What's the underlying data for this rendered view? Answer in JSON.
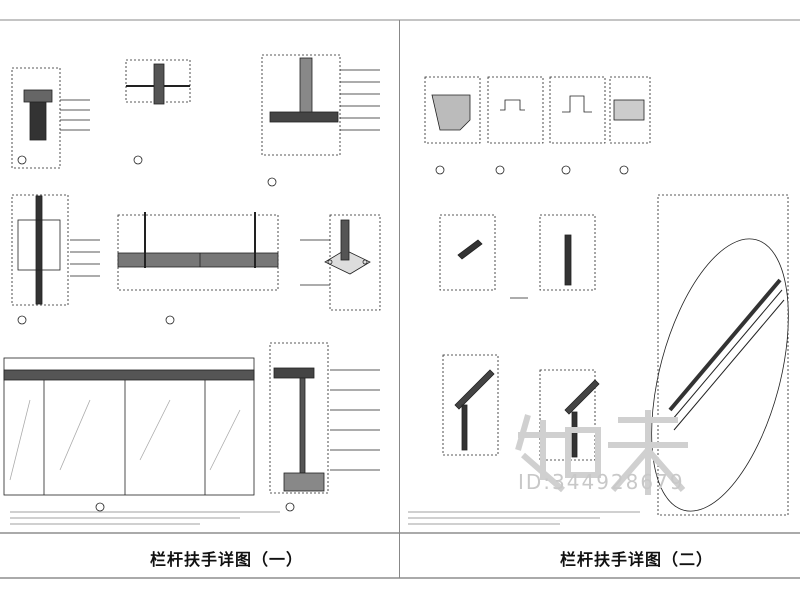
{
  "sheets": [
    {
      "title": "栏杆扶手详图（一）"
    },
    {
      "title": "栏杆扶手详图（二）"
    }
  ],
  "watermark": {
    "logo": "知末",
    "id": "ID:344928679"
  }
}
